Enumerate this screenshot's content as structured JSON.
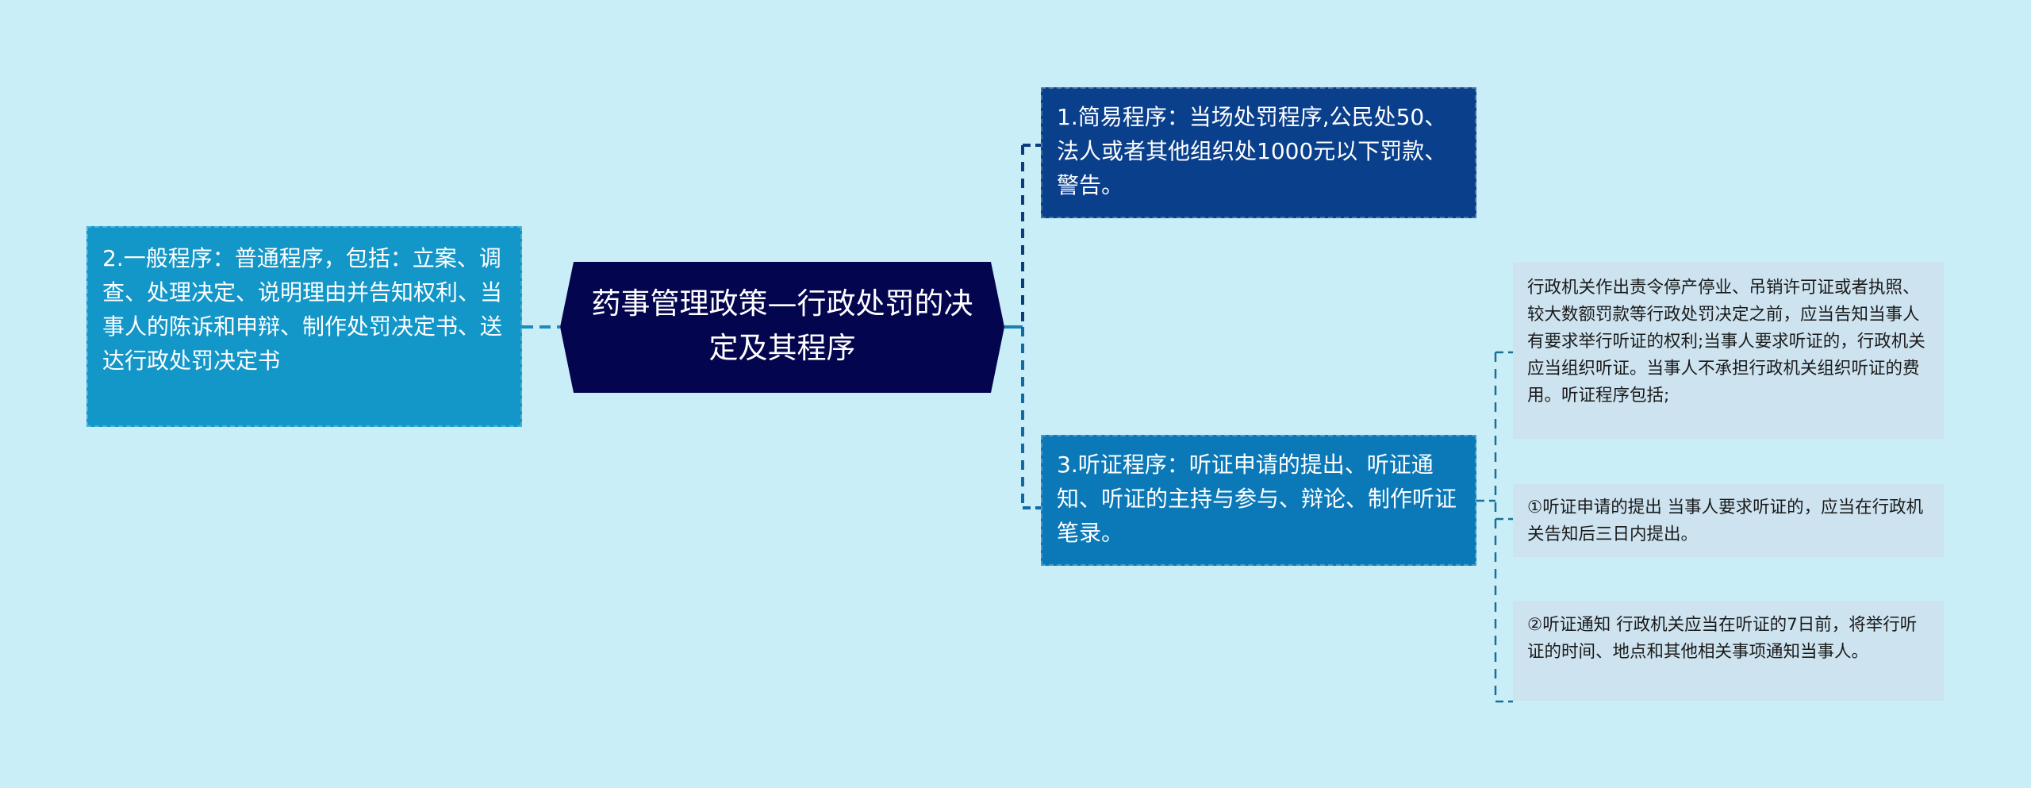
{
  "colors": {
    "background": "#c9eef7",
    "root": "#04054f",
    "node_1": "#0a3f8c",
    "node_2": "#1396c8",
    "node_3": "#0b79b8",
    "leaf": "#cde3ef",
    "connector_dark": "#0b3c7e",
    "connector_mid": "#1a7fb5"
  },
  "mindmap": {
    "root": {
      "title": "药事管理政策—行政处罚的决定及其程序"
    },
    "branches": [
      {
        "id": "1",
        "side": "right",
        "text": "1.简易程序：当场处罚程序,公民处50、法人或者其他组织处1000元以下罚款、警告。"
      },
      {
        "id": "2",
        "side": "left",
        "text": "2.一般程序：普通程序，包括：立案、调查、处理决定、说明理由并告知权利、当事人的陈诉和申辩、制作处罚决定书、送达行政处罚决定书"
      },
      {
        "id": "3",
        "side": "right",
        "text": "3.听证程序：听证申请的提出、听证通知、听证的主持与参与、辩论、制作听证笔录。",
        "children": [
          {
            "text": "行政机关作出责令停产停业、吊销许可证或者执照、较大数额罚款等行政处罚决定之前，应当告知当事人有要求举行听证的权利;当事人要求听证的，行政机关应当组织听证。当事人不承担行政机关组织听证的费用。听证程序包括;"
          },
          {
            "text": "①听证申请的提出 当事人要求听证的，应当在行政机关告知后三日内提出。"
          },
          {
            "text": "②听证通知 行政机关应当在听证的7日前，将举行听证的时间、地点和其他相关事项通知当事人。"
          }
        ]
      }
    ]
  }
}
